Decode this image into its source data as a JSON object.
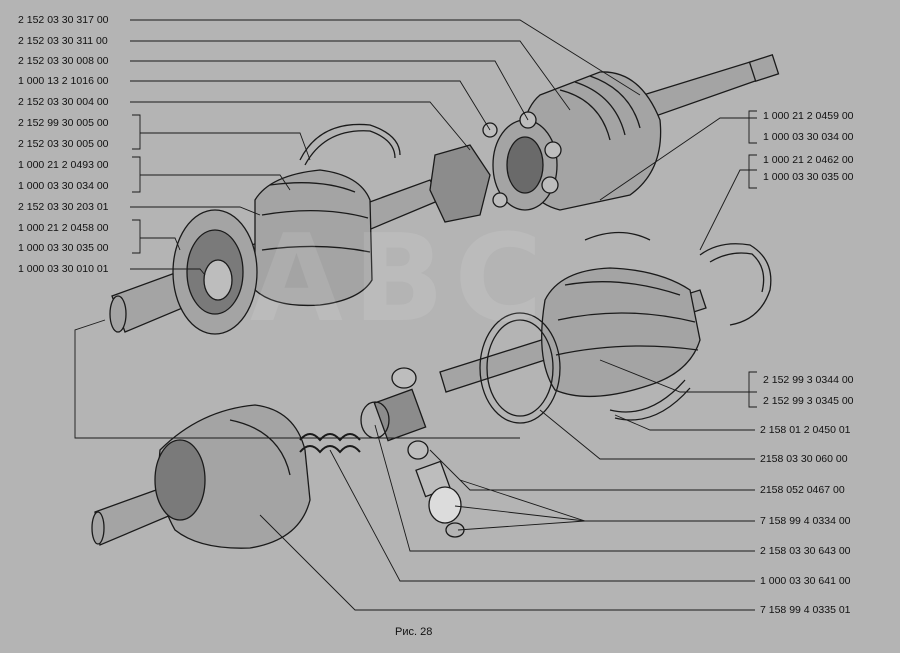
{
  "figure": {
    "caption": "Рис. 28",
    "watermark": "ABC",
    "colors": {
      "background": "#b4b4b4",
      "line": "#1a1a1a",
      "part_fill": "#a4a4a4",
      "part_dark": "#5c5c5c"
    }
  },
  "left_labels": [
    "2 152 03 30 317 00",
    "2 152 03 30 311 00",
    "2 152 03 30 008 00",
    "1 000 13 2 1016 00",
    "2 152 03 30 004 00",
    "2 152 99 30 005 00",
    "2 152 03 30 005 00",
    "1 000 21 2 0493 00",
    "1 000 03 30 034 00",
    "2 152 03 30 203 01",
    "1 000 21 2 0458 00",
    "1 000 03 30 035 00",
    "1 000 03 30 010 01"
  ],
  "right_labels": [
    "1 000 21 2 0459 00",
    "1 000 03 30 034 00",
    "1 000 21 2 0462 00",
    "1 000 03 30 035 00",
    "2 152 99 3 0344 00",
    "2 152 99 3 0345 00",
    "2 158 01 2 0450 01",
    "2158 03 30 060 00",
    "2158 052 0467 00",
    "7 158 99 4 0334 00",
    "2 158 03 30 643 00",
    "1 000 03 30 641 00",
    "7 158 99 4 0335 01"
  ]
}
